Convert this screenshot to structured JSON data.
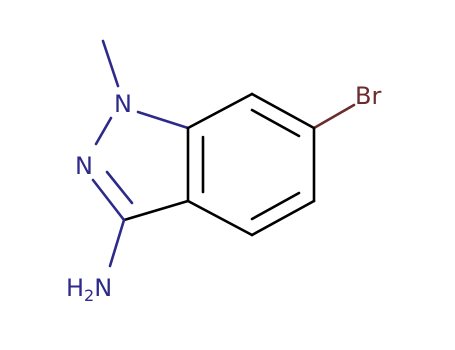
{
  "molecule": {
    "atoms": {
      "n1": {
        "label": "N"
      },
      "n2": {
        "label": "N"
      },
      "br": {
        "label": "Br"
      },
      "nh2": {
        "label": "H",
        "sub": "2",
        "tail": "N"
      }
    },
    "colors": {
      "bond": "#000000",
      "nitrogen": "#2d2a8a",
      "bromine": "#6b2c2c",
      "background": "#ffffff"
    }
  }
}
